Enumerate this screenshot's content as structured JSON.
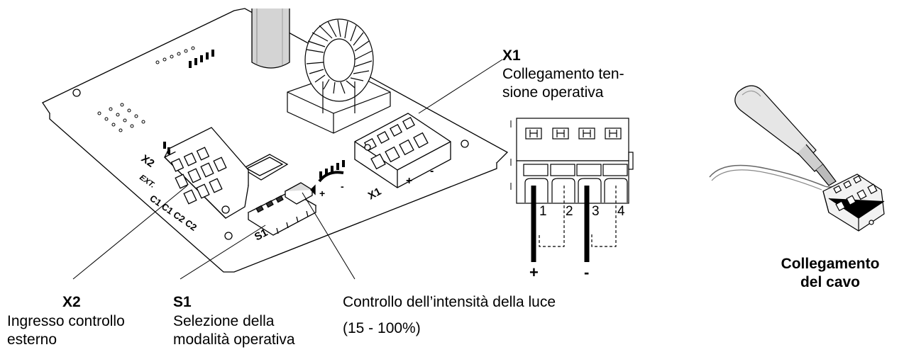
{
  "callouts": {
    "x1": {
      "code": "X1",
      "line1": "Collegamento ten-",
      "line2": "sione operativa"
    },
    "x2": {
      "code": "X2",
      "line1": "Ingresso controllo",
      "line2": "esterno"
    },
    "s1": {
      "code": "S1",
      "line1": "Selezione della",
      "line2": "modalità operativa"
    },
    "dimmer": {
      "line1": "Controllo dell’intensità della luce",
      "line2": "(15 - 100%)"
    }
  },
  "board_labels": {
    "x2": "X2",
    "ext": "EXT.",
    "c_pins": "C1 C1 C2 C2",
    "s1": "S1",
    "x1": "X1",
    "plus": "+",
    "minus": "-",
    "dial_plus": "+",
    "dial_minus": "-"
  },
  "terminal": {
    "pins": [
      "1",
      "2",
      "3",
      "4"
    ],
    "polarity_plus": "+",
    "polarity_minus": "-"
  },
  "cable_caption": {
    "line1": "Collegamento",
    "line2": "del cavo"
  }
}
